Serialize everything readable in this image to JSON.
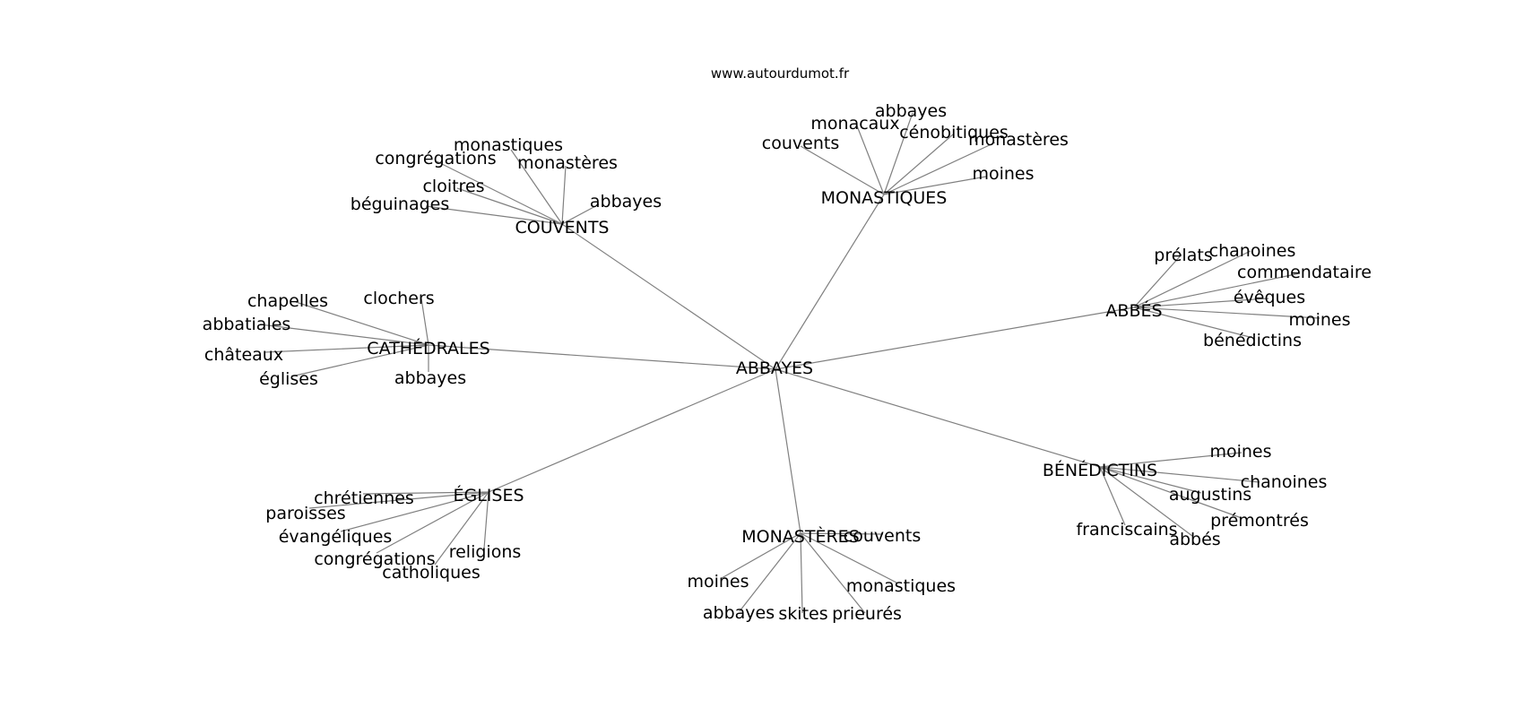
{
  "site": "www.autourdumot.fr",
  "colors": {
    "edge": "#808080",
    "text": "#000000",
    "background": "#ffffff"
  },
  "center": "ABBAYES",
  "clusters": [
    {
      "hub": "COUVENTS",
      "leaves": [
        "monastiques",
        "congrégations",
        "monastères",
        "cloitres",
        "béguinages",
        "abbayes"
      ]
    },
    {
      "hub": "MONASTIQUES",
      "leaves": [
        "abbayes",
        "monacaux",
        "cénobitiques",
        "couvents",
        "monastères",
        "moines"
      ]
    },
    {
      "hub": "ABBÉS",
      "leaves": [
        "prélats",
        "chanoines",
        "commendataire",
        "évêques",
        "moines",
        "bénédictins"
      ]
    },
    {
      "hub": "CATHÉDRALES",
      "leaves": [
        "chapelles",
        "clochers",
        "abbatiales",
        "châteaux",
        "églises",
        "abbayes"
      ]
    },
    {
      "hub": "ÉGLISES",
      "leaves": [
        "chrétiennes",
        "paroisses",
        "évangéliques",
        "congrégations",
        "religions",
        "catholiques"
      ]
    },
    {
      "hub": "MONASTÈRES",
      "leaves": [
        "couvents",
        "moines",
        "monastiques",
        "abbayes",
        "skites",
        "prieurés"
      ]
    },
    {
      "hub": "BÉNÉDICTINS",
      "leaves": [
        "moines",
        "chanoines",
        "augustins",
        "prémontrés",
        "franciscains",
        "abbés"
      ]
    }
  ]
}
